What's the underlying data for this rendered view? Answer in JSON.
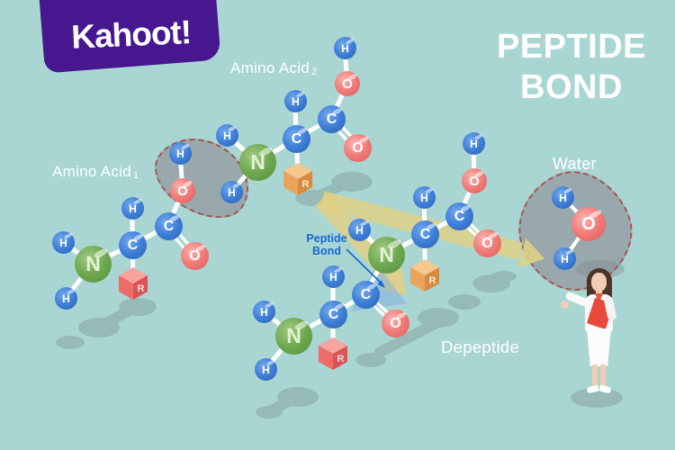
{
  "logo": {
    "text": "Kahoot!"
  },
  "title": {
    "line1": "PEPTIDE",
    "line2": "BOND"
  },
  "labels": {
    "amino_acid_1": {
      "text": "Amino Acid",
      "sub": "1"
    },
    "amino_acid_2": {
      "text": "Amino Acid",
      "sub": "2"
    },
    "water": "Water",
    "dipeptide": "Depeptide",
    "peptide_bond": {
      "line1": "Peptide",
      "line2": "Bond"
    }
  },
  "atoms": {
    "hydrogen": "H",
    "carbon": "C",
    "nitrogen": "N",
    "oxygen": "O",
    "r_group": "R"
  },
  "colors": {
    "background": "#A9D6D3",
    "kahoot_purple": "#46178F",
    "atom_blue": "#3F80DA",
    "atom_green": "#6DA84E",
    "atom_red": "#F07A76",
    "r_cube_red": "#EE6B68",
    "r_cube_orange": "#EAA35B",
    "arrow_yellow": "#E0D084",
    "peptide_bond_label_blue": "#1A66D0",
    "dashed_outline": "#A8544C",
    "text_white": "#FFFFFF"
  }
}
